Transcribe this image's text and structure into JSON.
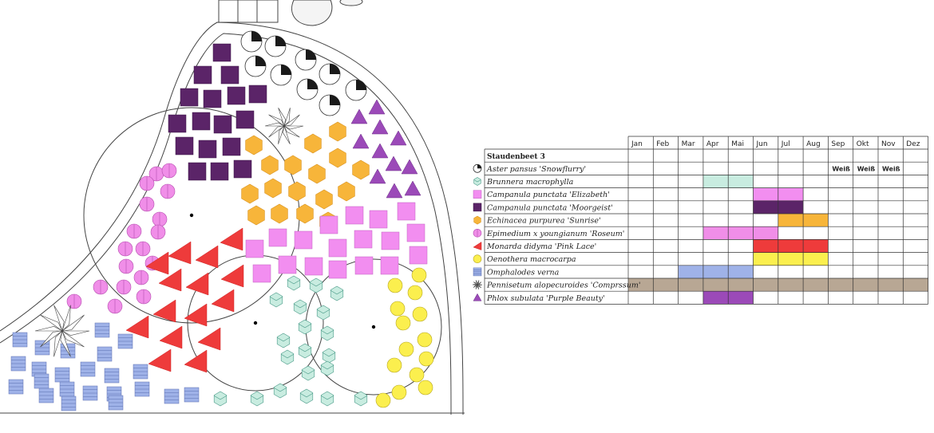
{
  "calendar": {
    "title": "Staudenbeet 3",
    "months": [
      "Jan",
      "Feb",
      "Mar",
      "Apr",
      "Mai",
      "Jun",
      "Jul",
      "Aug",
      "Sep",
      "Okt",
      "Nov",
      "Dez"
    ],
    "plants": [
      {
        "name": "Aster pansus 'Snowflurry'",
        "symbol": "aster-icon",
        "color": "#ffffff",
        "bloom": [],
        "text_cells": [
          {
            "month": 8,
            "text": "Weiß"
          },
          {
            "month": 9,
            "text": "Weiß"
          },
          {
            "month": 10,
            "text": "Weiß"
          }
        ]
      },
      {
        "name": "Brunnera macrophylla",
        "symbol": "brunnera-icon",
        "color": "#c8ece0",
        "bloom": [
          3,
          4
        ],
        "text_cells": []
      },
      {
        "name": "Campanula punctata 'Elizabeth'",
        "symbol": "campanula-elizabeth-icon",
        "color": "#f28ef0",
        "bloom": [
          5,
          6
        ],
        "text_cells": []
      },
      {
        "name": "Campanula punctata 'Moorgeist'",
        "symbol": "campanula-moorgeist-icon",
        "color": "#5b2468",
        "bloom": [
          5,
          6
        ],
        "text_cells": []
      },
      {
        "name": "Echinacea purpurea 'Sunrise'",
        "symbol": "echinacea-icon",
        "color": "#f7b53a",
        "bloom": [
          6,
          7
        ],
        "text_cells": []
      },
      {
        "name": "Epimedium x youngianum 'Roseum'",
        "symbol": "epimedium-icon",
        "color": "#f08ee8",
        "bloom": [
          3,
          4,
          5
        ],
        "text_cells": []
      },
      {
        "name": "Monarda didyma 'Pink Lace'",
        "symbol": "monarda-icon",
        "color": "#ee3b3b",
        "bloom": [
          5,
          6,
          7
        ],
        "text_cells": []
      },
      {
        "name": "Oenothera macrocarpa",
        "symbol": "oenothera-icon",
        "color": "#fbef4e",
        "bloom": [
          5,
          6,
          7
        ],
        "text_cells": []
      },
      {
        "name": "Omphalodes  verna",
        "symbol": "omphalodes-icon",
        "color": "#9fb2e8",
        "bloom": [
          2,
          3,
          4
        ],
        "text_cells": []
      },
      {
        "name": "Pennisetum alopecuroides 'Comprssum'",
        "symbol": "pennisetum-icon",
        "color": "#b8a794",
        "bloom": [
          0,
          1,
          2,
          3,
          4,
          5,
          6,
          7,
          8,
          9,
          10,
          11
        ],
        "text_cells": []
      },
      {
        "name": "Phlox subulata 'Purple Beauty'",
        "symbol": "phlox-icon",
        "color": "#9b4ab8",
        "bloom": [
          3,
          4
        ],
        "text_cells": []
      }
    ]
  },
  "plan": {
    "symbol_colors": {
      "aster": "#1a1a1a",
      "campanula_moorgeist": "#5b2468",
      "echinacea": "#f7b53a",
      "epimedium": "#f08ee8",
      "monarda": "#ee3b3b",
      "campanula_elizabeth": "#f28ef0",
      "phlox": "#9b4ab8",
      "brunnera": "#c8ece0",
      "oenothera": "#fbef4e",
      "omphalodes": "#9fb2e8"
    }
  }
}
